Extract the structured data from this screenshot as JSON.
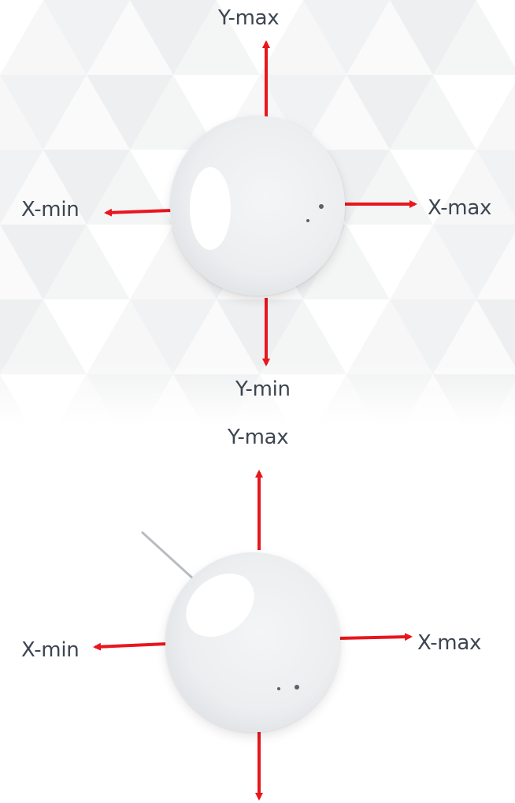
{
  "colors": {
    "arrow": "#e8161d",
    "label": "#3d4550",
    "device_body": "#eceef0"
  },
  "diagram_top": {
    "label_y_max": "Y-max",
    "label_y_min": "Y-min",
    "label_x_min": "X-min",
    "label_x_max": "X-max"
  },
  "diagram_bottom": {
    "label_y_max": "Y-max",
    "label_x_min": "X-min",
    "label_x_max": "X-max"
  }
}
